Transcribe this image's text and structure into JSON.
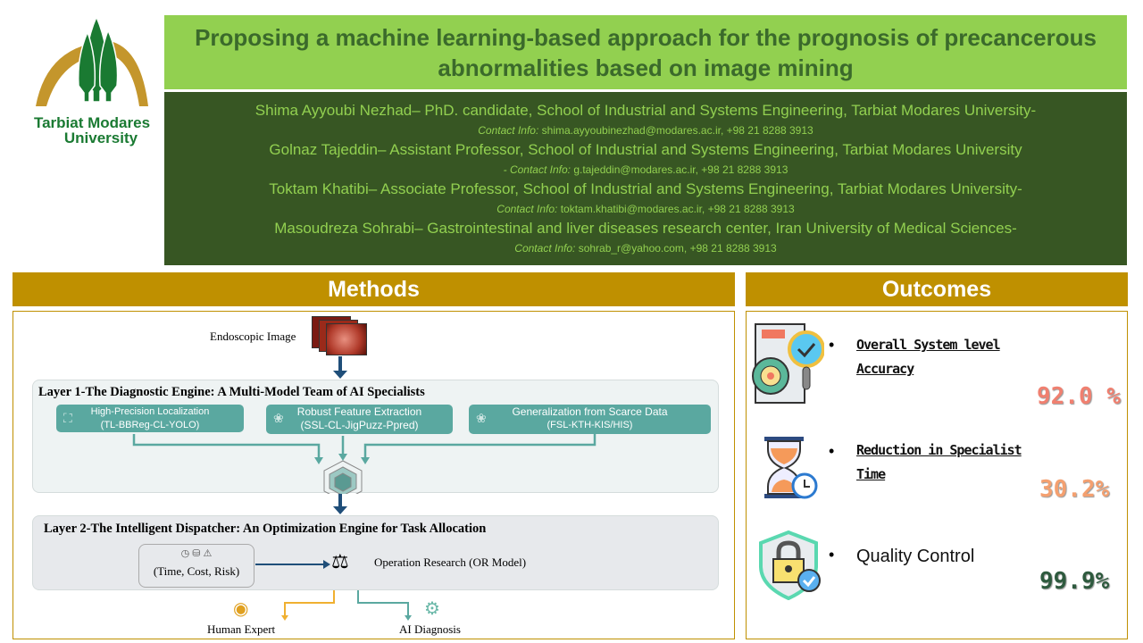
{
  "logo": {
    "line1": "Tarbiat Modares",
    "line2": "University"
  },
  "title": "Proposing a machine learning-based approach for the prognosis of precancerous abnormalities based on image mining",
  "authors": [
    {
      "main": "Shima Ayyoubi Nezhad– PhD. candidate, School of Industrial and Systems Engineering, Tarbiat Modares University-",
      "contact_label": "Contact Info:",
      "contact": "shima.ayyoubinezhad@modares.ac.ir, +98 21 8288 3913"
    },
    {
      "main": "Golnaz Tajeddin– Assistant Professor, School of Industrial and Systems Engineering, Tarbiat Modares University",
      "contact_label": "- Contact Info:",
      "contact": "g.tajeddin@modares.ac.ir, +98 21 8288 3913"
    },
    {
      "main": "Toktam Khatibi– Associate Professor, School of Industrial and Systems Engineering, Tarbiat Modares University-",
      "contact_label": "Contact Info:",
      "contact": "toktam.khatibi@modares.ac.ir, +98 21 8288 3913"
    },
    {
      "main": "Masoudreza Sohrabi– Gastrointestinal and liver diseases research center, Iran University of Medical Sciences-",
      "contact_label": "Contact Info:",
      "contact": "sohrab_r@yahoo.com, +98 21 8288 3913"
    }
  ],
  "methods": {
    "heading": "Methods",
    "input_label": "Endoscopic Image",
    "layer1": {
      "title": "Layer 1-The Diagnostic Engine: A Multi-Model Team of AI Specialists",
      "boxes": [
        {
          "name": "High-Precision Localization",
          "model": "(TL-BBReg-CL-YOLO)"
        },
        {
          "name": "Robust Feature Extraction",
          "model": "(SSL-CL-JigPuzz-Ppred)"
        },
        {
          "name": "Generalization from Scarce Data",
          "model": "(FSL-KTH-KIS/HIS)"
        }
      ]
    },
    "layer2": {
      "title": "Layer 2-The Intelligent Dispatcher: An Optimization Engine for Task Allocation",
      "factors": "(Time, Cost, Risk)",
      "or_label": "Operation Research (OR Model)"
    },
    "outputs": {
      "human": "Human Expert",
      "ai": "AI Diagnosis"
    }
  },
  "outcomes": {
    "heading": "Outcomes",
    "items": [
      {
        "label_line1": "Overall System level",
        "label_line2": "Accuracy",
        "value": "92.0 %",
        "color": "#f08070"
      },
      {
        "label_line1": "Reduction in Specialist",
        "label_line2": "Time",
        "value": "30.2%",
        "color": "#f4a070"
      },
      {
        "label_line1": "Quality Control",
        "label_line2": "",
        "value": "99.9%",
        "color": "#2e5a3e"
      }
    ]
  }
}
